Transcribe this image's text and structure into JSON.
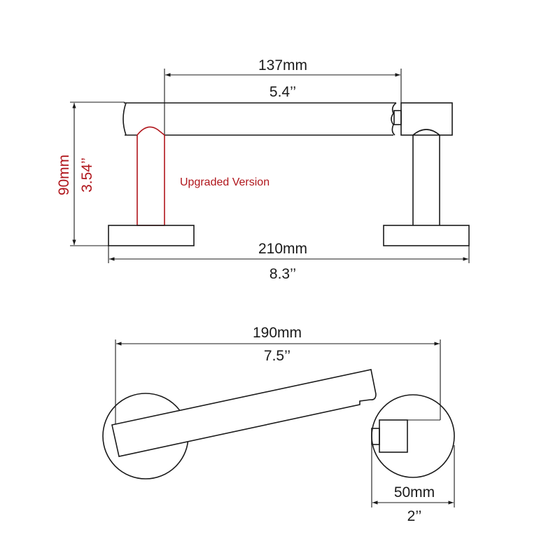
{
  "diagram": {
    "title": "Toilet paper holder dimension drawing",
    "colors": {
      "line": "#1a1a1a",
      "accent": "#b0161c",
      "background": "#ffffff"
    },
    "front_view": {
      "bar_length": {
        "metric": "137mm",
        "imperial": "5.4’’"
      },
      "height": {
        "metric": "90mm",
        "imperial": "3.54’’"
      },
      "overall_width": {
        "metric": "210mm",
        "imperial": "8.3’’"
      },
      "annotation": "Upgraded Version"
    },
    "top_view": {
      "overall_length": {
        "metric": "190mm",
        "imperial": "7.5’’"
      },
      "base_diameter": {
        "metric": "50mm",
        "imperial": "2’’"
      }
    }
  }
}
